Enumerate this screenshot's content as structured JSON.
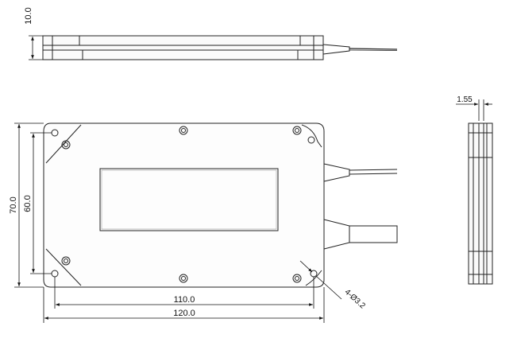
{
  "dimensions": {
    "height": "10.0",
    "width_outer": "120.0",
    "width_holes": "110.0",
    "height_outer": "70.0",
    "height_holes": "60.0",
    "holes": "4-Ø3.2",
    "thickness": "1.55"
  }
}
